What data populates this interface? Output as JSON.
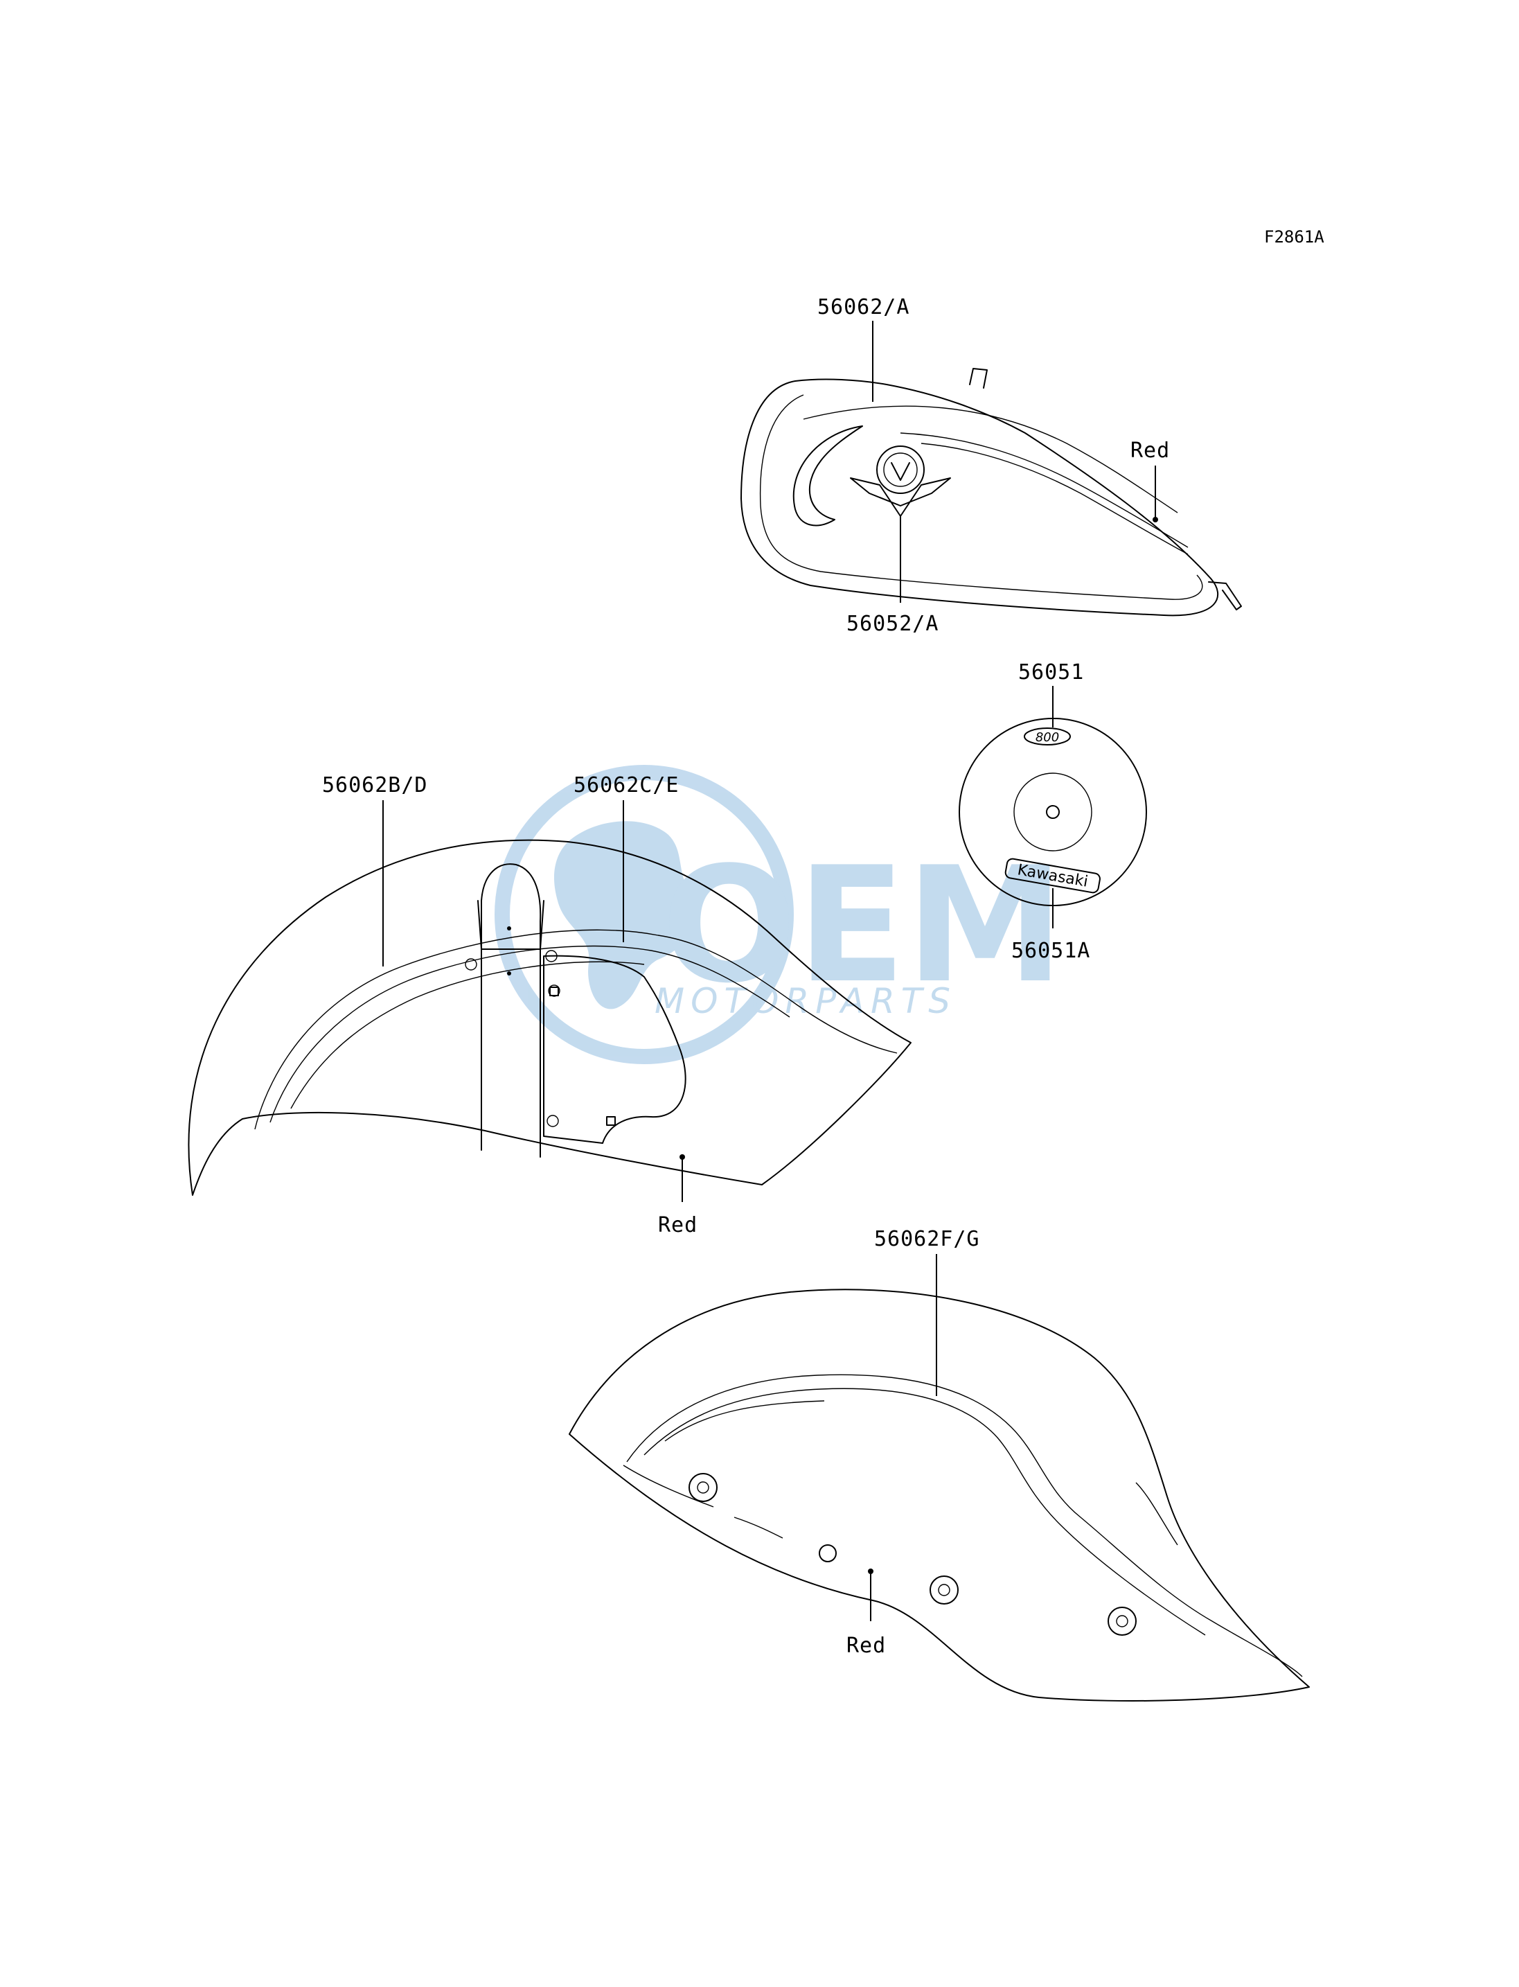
{
  "figure_code": "F2861A",
  "callouts": {
    "tank_stripe": "56062/A",
    "tank_emblem": "56052/A",
    "tank_color": "Red",
    "cover_top": "56051",
    "cover_bottom": "56051A",
    "front_fender_stripe_a": "56062B/D",
    "front_fender_stripe_b": "56062C/E",
    "front_fender_color": "Red",
    "rear_fender_stripe": "56062F/G",
    "rear_fender_color": "Red"
  },
  "badges": {
    "cover_logo_top": "800",
    "cover_logo_bottom": "Kawasaki"
  },
  "watermark": {
    "brand": "OEM",
    "tagline": "MOTORPARTS",
    "color": "#2a7fc4"
  }
}
